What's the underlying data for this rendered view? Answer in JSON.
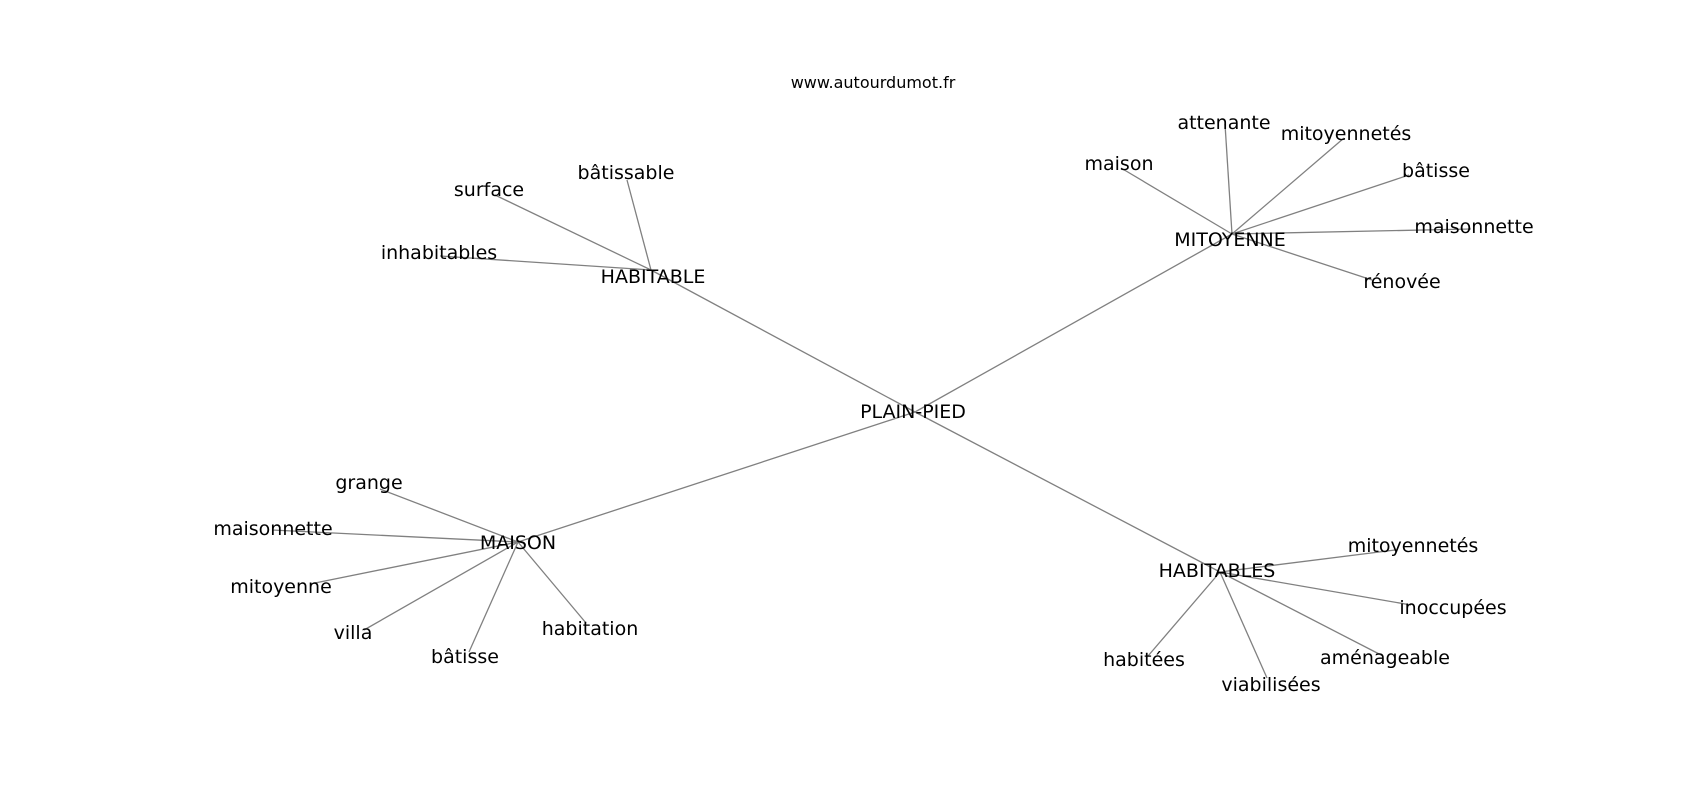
{
  "source": "www.autourdumot.fr",
  "diagram": {
    "type": "word-association-graph",
    "root": {
      "id": "root",
      "label": "PLAIN-PIED"
    },
    "hubs": [
      {
        "id": "habitable",
        "label": "HABITABLE",
        "leaves": [
          "bâtissable",
          "surface",
          "inhabitables"
        ]
      },
      {
        "id": "mitoyenne",
        "label": "MITOYENNE",
        "leaves": [
          "attenante",
          "mitoyennetés",
          "maison",
          "bâtisse",
          "maisonnette",
          "rénovée"
        ]
      },
      {
        "id": "maison",
        "label": "MAISON",
        "leaves": [
          "grange",
          "maisonnette",
          "mitoyenne",
          "villa",
          "bâtisse",
          "habitation"
        ]
      },
      {
        "id": "habitables",
        "label": "HABITABLES",
        "leaves": [
          "mitoyennetés",
          "inoccupées",
          "aménageable",
          "habitées",
          "viabilisées"
        ]
      }
    ]
  }
}
